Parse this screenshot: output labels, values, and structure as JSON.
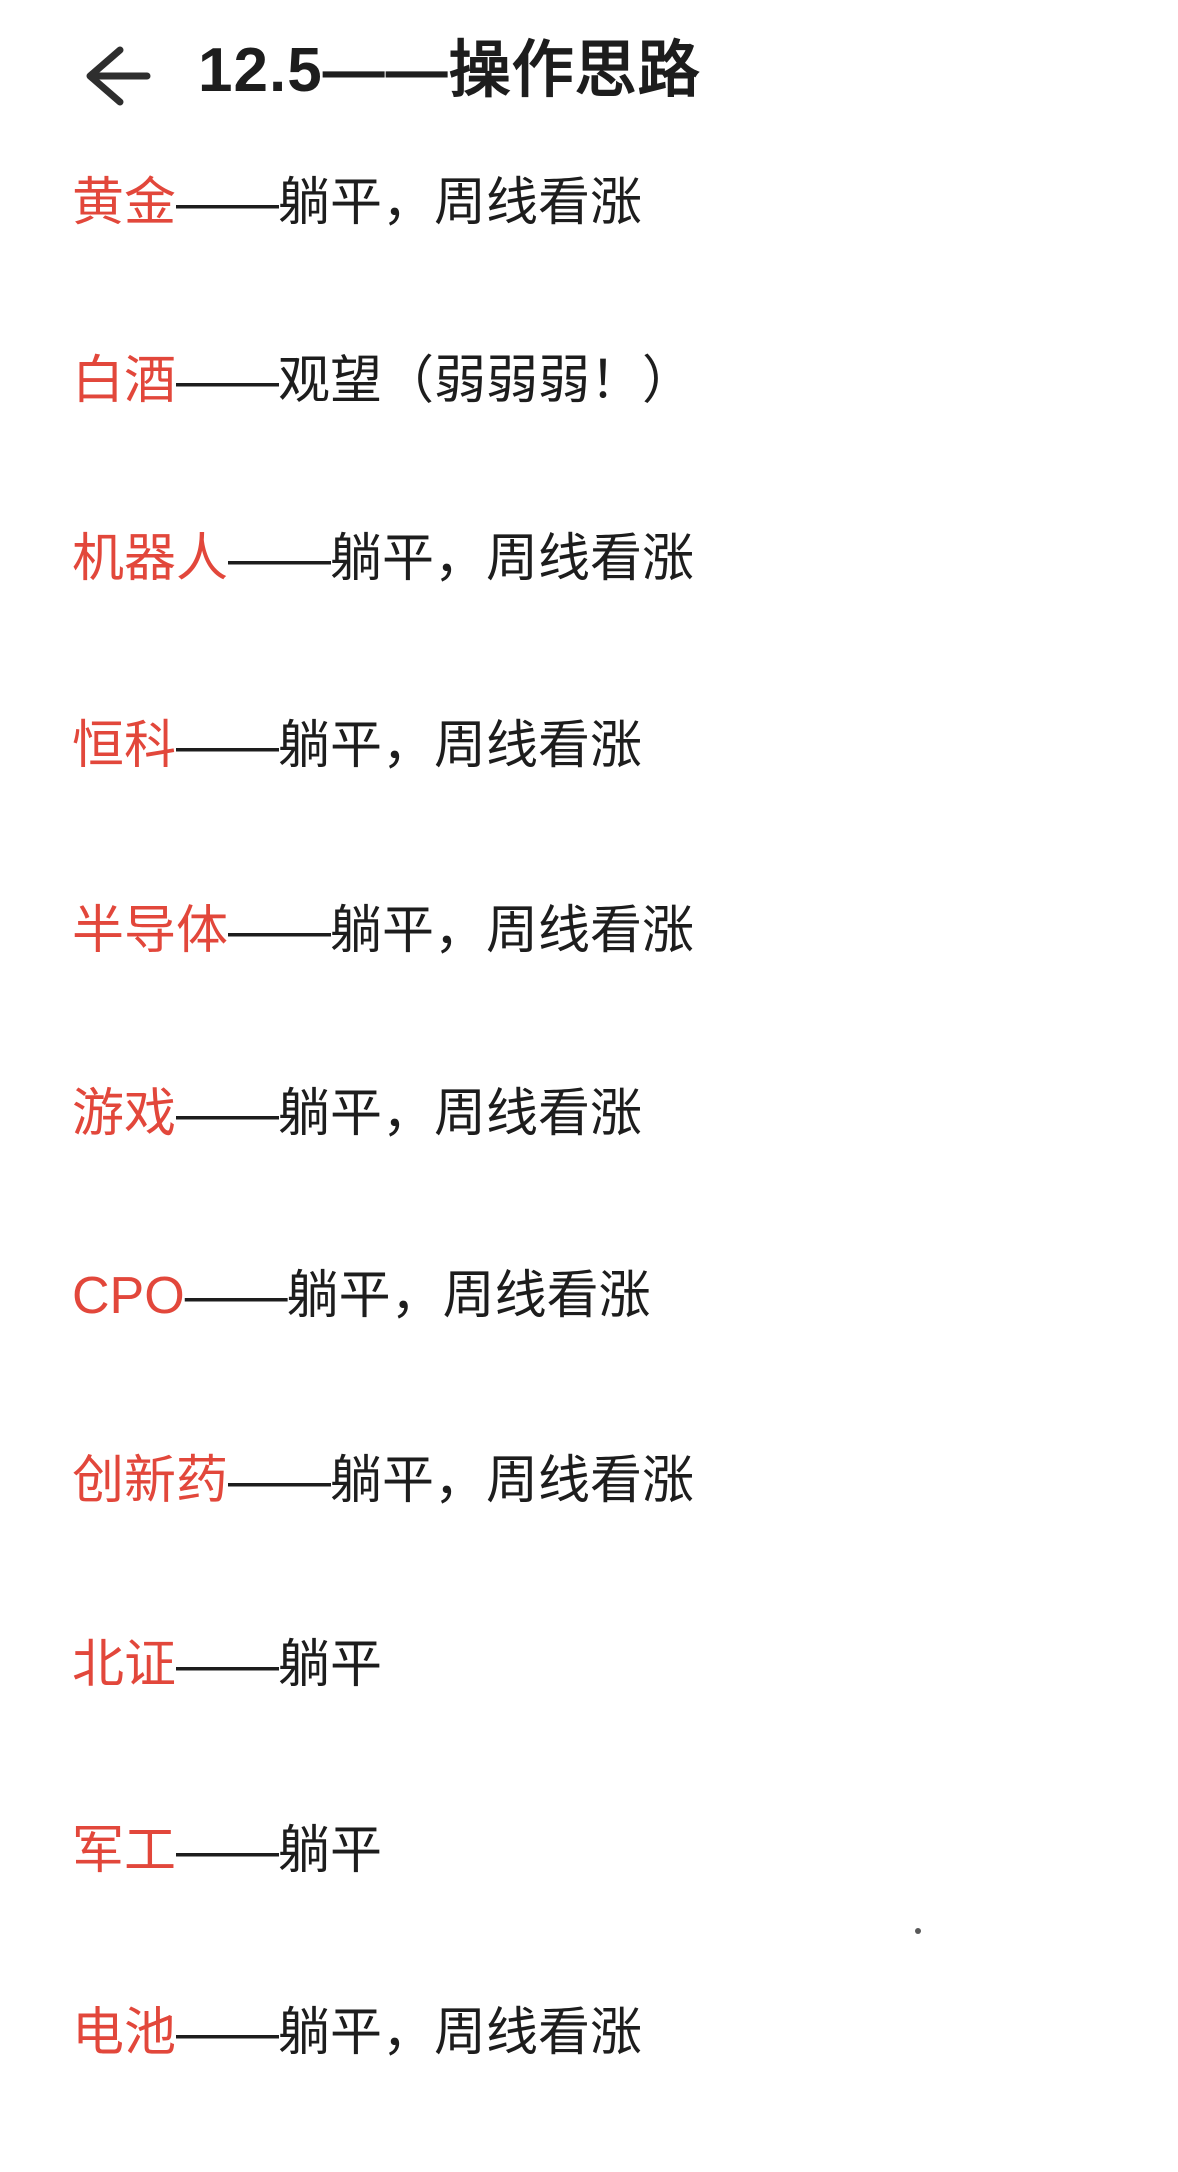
{
  "colors": {
    "accent_red": "#E2473B",
    "text_black": "#1D1D1D",
    "background": "#FFFFFF",
    "icon_gray": "#2E2E2E"
  },
  "header": {
    "back_icon": "arrow-left",
    "title": "12.5——操作思路"
  },
  "items": [
    {
      "label": "黄金",
      "dash": "——",
      "note": "躺平，周线看涨"
    },
    {
      "label": "白酒",
      "dash": "——",
      "note": "观望（弱弱弱！）"
    },
    {
      "label": "机器人",
      "dash": "——",
      "note": "躺平，周线看涨"
    },
    {
      "label": "恒科",
      "dash": "——",
      "note": "躺平，周线看涨"
    },
    {
      "label": "半导体",
      "dash": "——",
      "note": "躺平，周线看涨"
    },
    {
      "label": "游戏",
      "dash": "——",
      "note": "躺平，周线看涨"
    },
    {
      "label": "CPO",
      "dash": "——",
      "note": "躺平，周线看涨"
    },
    {
      "label": "创新药",
      "dash": "——",
      "note": "躺平，周线看涨"
    },
    {
      "label": "北证",
      "dash": "——",
      "note": "躺平"
    },
    {
      "label": "军工",
      "dash": "——",
      "note": "躺平"
    },
    {
      "label": "电池",
      "dash": "——",
      "note": "躺平，周线看涨"
    }
  ]
}
